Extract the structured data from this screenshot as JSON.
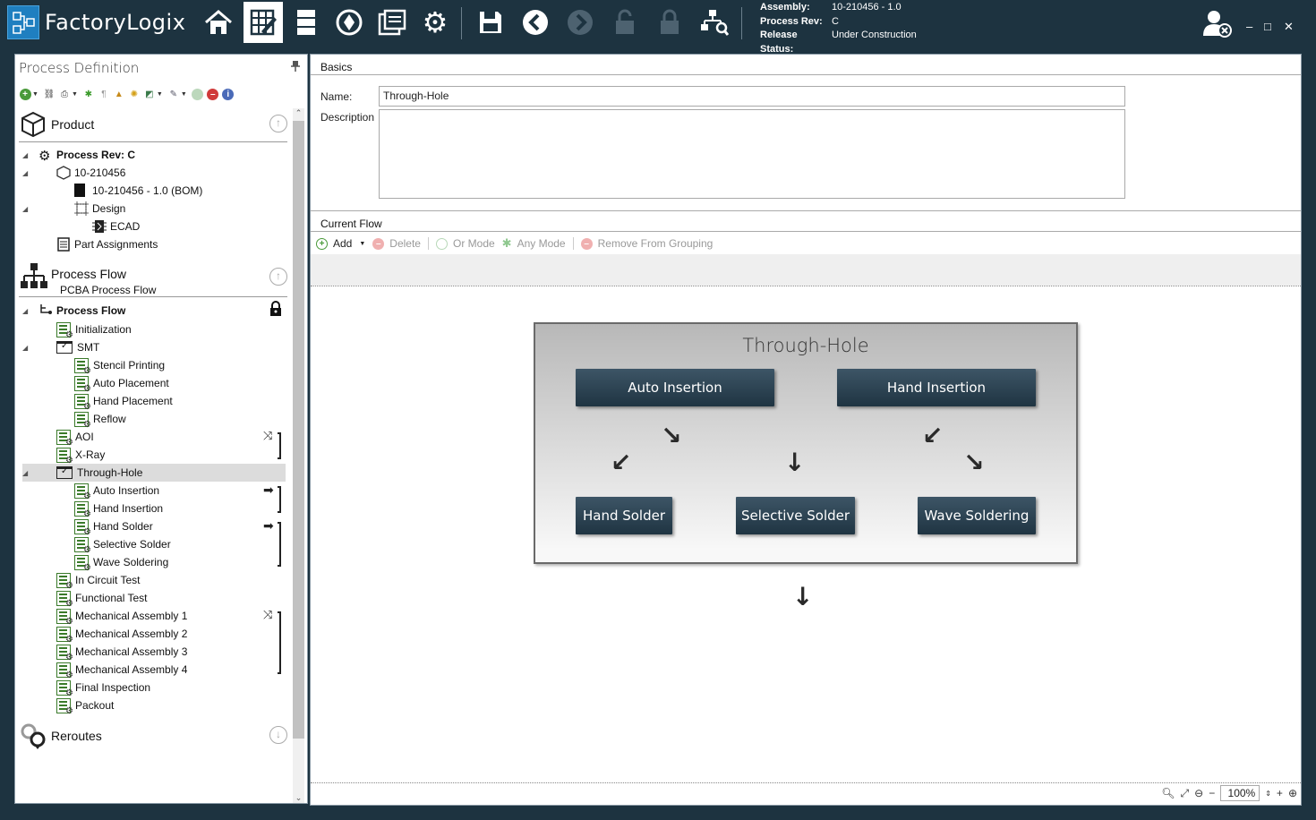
{
  "titlebar": {
    "app_name": "FactoryLogix",
    "info": [
      {
        "key": "Assembly:",
        "value": "10-210456 - 1.0"
      },
      {
        "key": "Process Rev:",
        "value": "C"
      },
      {
        "key": "Release Status:",
        "value": "Under Construction"
      }
    ],
    "toolbar_icons": [
      "home-icon",
      "process-editor-icon",
      "materials-icon",
      "navigate-icon",
      "documents-icon",
      "settings-icon",
      "save-icon",
      "back-icon",
      "forward-icon",
      "unlock-icon",
      "lock-icon",
      "search-tree-icon"
    ],
    "window_controls": {
      "minimize": "–",
      "maximize": "□",
      "close": "✕"
    }
  },
  "left_panel": {
    "title": "Process Definition",
    "sections": {
      "product": "Product",
      "process_flow": "Process Flow",
      "process_flow_sub": "PCBA Process Flow",
      "reroutes": "Reroutes"
    },
    "product_tree": {
      "process_rev": "Process Rev: C",
      "assembly": "10-210456",
      "bom": "10-210456 - 1.0 (BOM)",
      "design": "Design",
      "ecad": "ECAD",
      "part_assignments": "Part Assignments"
    },
    "flow_tree": {
      "root": "Process Flow",
      "items": [
        {
          "label": "Initialization"
        },
        {
          "label": "SMT"
        },
        {
          "label": "Stencil Printing"
        },
        {
          "label": "Auto Placement"
        },
        {
          "label": "Hand Placement"
        },
        {
          "label": "Reflow"
        },
        {
          "label": "AOI"
        },
        {
          "label": "X-Ray"
        },
        {
          "label": "Through-Hole"
        },
        {
          "label": "Auto Insertion"
        },
        {
          "label": "Hand Insertion"
        },
        {
          "label": "Hand Solder"
        },
        {
          "label": "Selective Solder"
        },
        {
          "label": "Wave Soldering"
        },
        {
          "label": "In Circuit Test"
        },
        {
          "label": "Functional Test"
        },
        {
          "label": "Mechanical Assembly 1"
        },
        {
          "label": "Mechanical Assembly 2"
        },
        {
          "label": "Mechanical Assembly 3"
        },
        {
          "label": "Mechanical Assembly 4"
        },
        {
          "label": "Final Inspection"
        },
        {
          "label": "Packout"
        }
      ]
    }
  },
  "right_panel": {
    "basics": {
      "title": "Basics",
      "name_label": "Name:",
      "name_value": "Through-Hole",
      "description_label": "Description",
      "description_value": ""
    },
    "current_flow": {
      "title": "Current Flow",
      "toolbar": {
        "add": "Add",
        "delete": "Delete",
        "or_mode": "Or Mode",
        "any_mode": "Any Mode",
        "remove_grouping": "Remove From Grouping"
      },
      "group_title": "Through-Hole",
      "nodes": {
        "auto_insertion": "Auto Insertion",
        "hand_insertion": "Hand Insertion",
        "hand_solder": "Hand Solder",
        "selective_solder": "Selective Solder",
        "wave_soldering": "Wave Soldering"
      }
    },
    "zoom": {
      "value": "100%"
    }
  }
}
